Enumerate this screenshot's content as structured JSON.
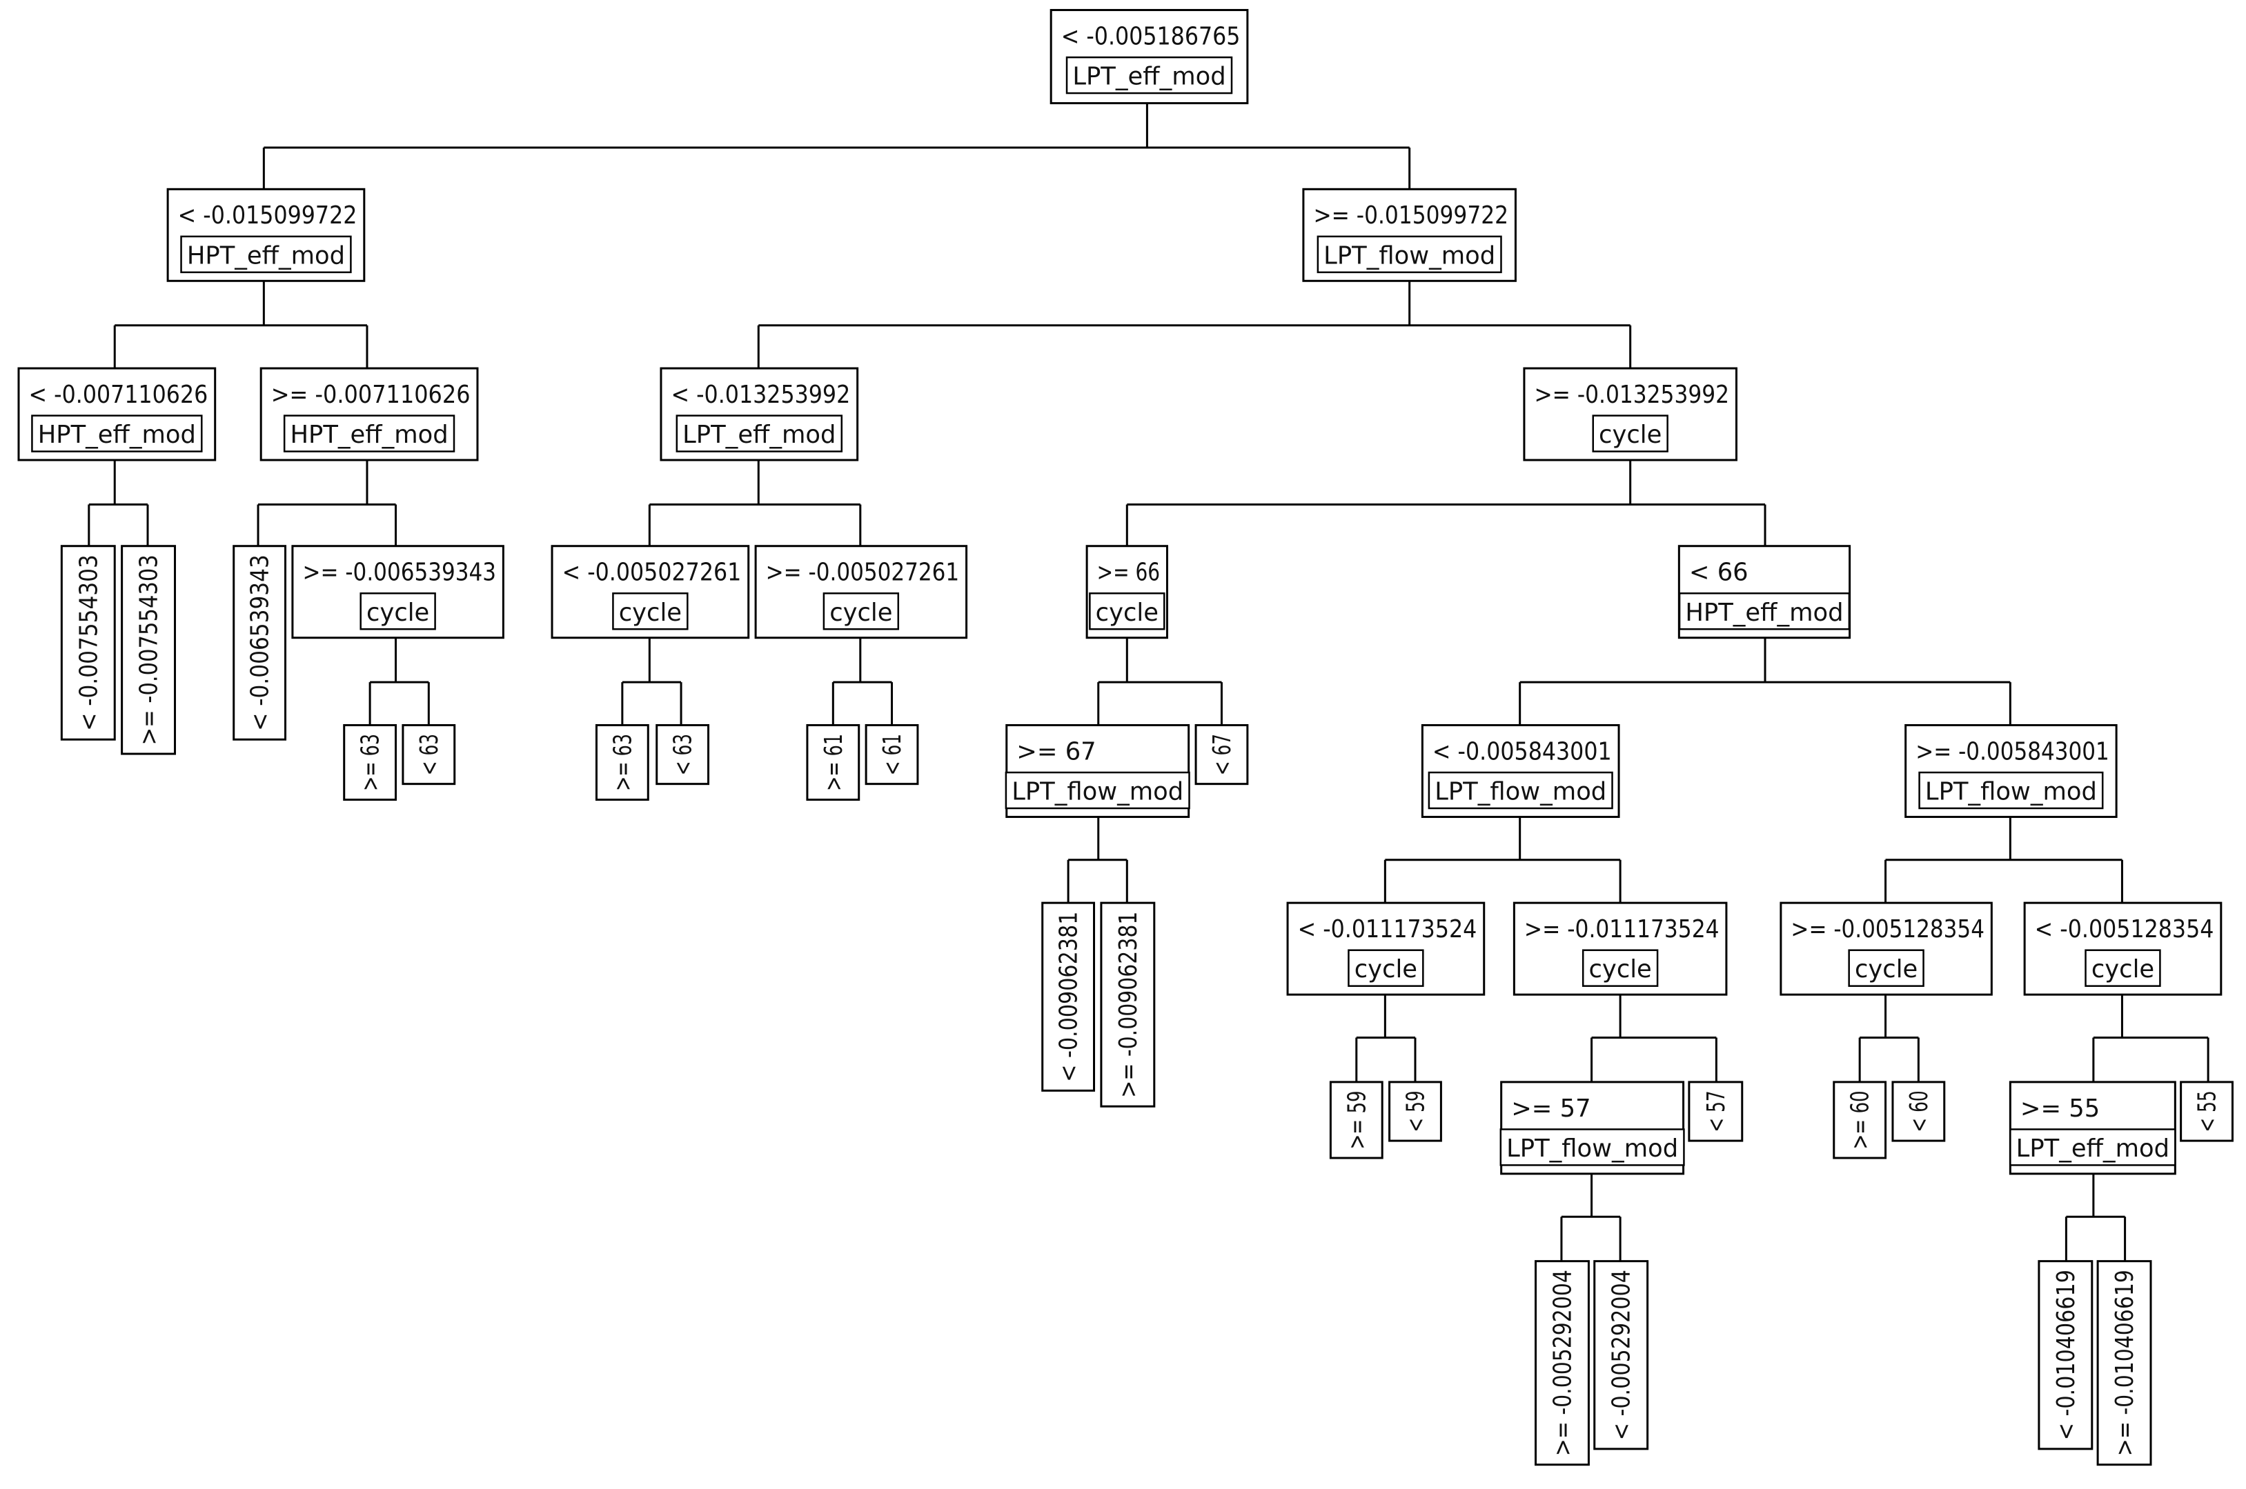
{
  "tree": {
    "root": {
      "split": "< -0.005186765",
      "feature": "LPT_eff_mod"
    },
    "branches": [
      {
        "split": "< -0.015099722",
        "feature": "HPT_eff_mod"
      },
      {
        "split": ">= -0.015099722",
        "feature": "LPT_flow_mod"
      },
      {
        "split": "< -0.007110626",
        "feature": "HPT_eff_mod"
      },
      {
        "split": ">= -0.007110626",
        "feature": "HPT_eff_mod"
      },
      {
        "split": "< -0.013253992",
        "feature": "LPT_eff_mod"
      },
      {
        "split": ">= -0.013253992",
        "feature": "cycle"
      },
      {
        "split": ">= -0.006539343",
        "feature": "cycle"
      },
      {
        "split": "< -0.005027261",
        "feature": "cycle"
      },
      {
        "split": ">= -0.005027261",
        "feature": "cycle"
      },
      {
        "split": ">= 66",
        "feature": "cycle"
      },
      {
        "split": "< 66",
        "feature": "HPT_eff_mod"
      },
      {
        "split": ">= 67",
        "feature": "LPT_flow_mod"
      },
      {
        "split": "< -0.005843001",
        "feature": "LPT_flow_mod"
      },
      {
        "split": ">= -0.005843001",
        "feature": "LPT_flow_mod"
      },
      {
        "split": "< -0.011173524",
        "feature": "cycle"
      },
      {
        "split": ">= -0.011173524",
        "feature": "cycle"
      },
      {
        "split": ">= -0.005128354",
        "feature": "cycle"
      },
      {
        "split": "< -0.005128354",
        "feature": "cycle"
      },
      {
        "split": ">= 57",
        "feature": "LPT_flow_mod"
      },
      {
        "split": ">= 55",
        "feature": "LPT_eff_mod"
      }
    ],
    "leaves": [
      "< -0.007554303",
      ">= -0.007554303",
      "< -0.006539343",
      ">= 63",
      "< 63",
      ">= 63",
      "< 63",
      ">= 61",
      "< 61",
      "< 67",
      "< -0.009062381",
      ">= -0.009062381",
      ">= 59",
      "< 59",
      "< 57",
      ">= 60",
      "< 60",
      "< 55",
      ">= -0.005292004",
      "< -0.005292004",
      "< -0.010406619",
      ">= -0.010406619"
    ]
  }
}
